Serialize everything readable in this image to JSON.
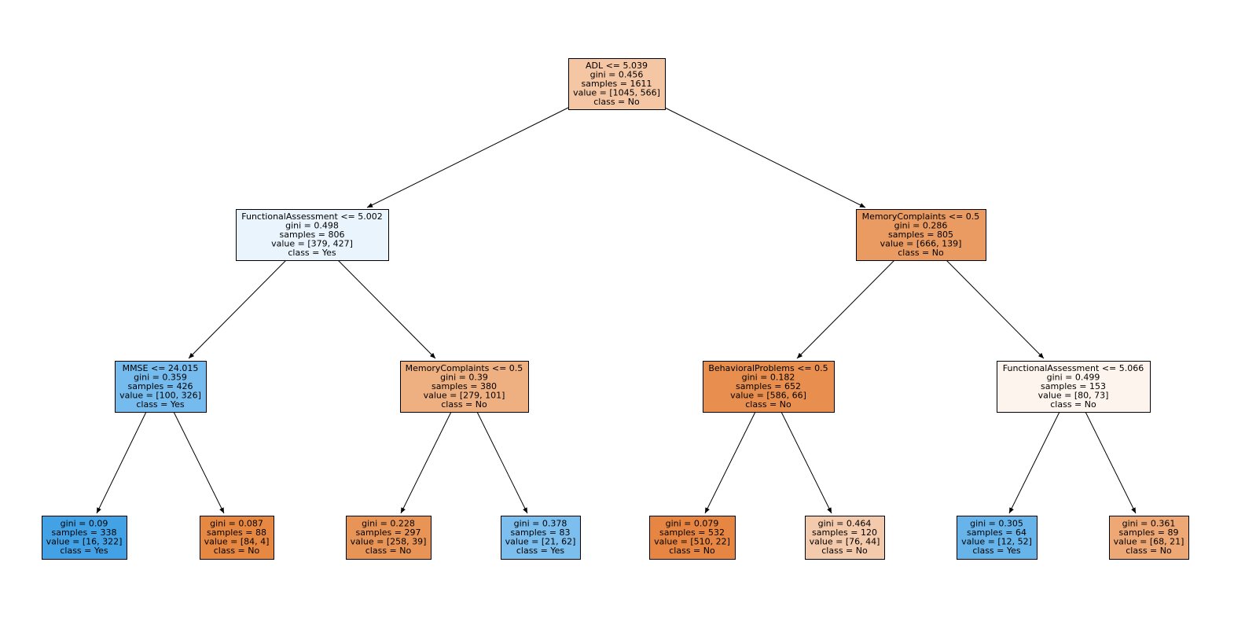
{
  "tree": {
    "nodes": [
      {
        "id": "n0",
        "lines": [
          "ADL <= 5.039",
          "gini = 0.456",
          "samples = 1611",
          "value = [1045, 566]",
          "class = No"
        ],
        "fill": "#f4c6a4"
      },
      {
        "id": "n1",
        "lines": [
          "FunctionalAssessment <= 5.002",
          "gini = 0.498",
          "samples = 806",
          "value = [379, 427]",
          "class = Yes"
        ],
        "fill": "#eaf4fc"
      },
      {
        "id": "n2",
        "lines": [
          "MMSE <= 24.015",
          "gini = 0.359",
          "samples = 426",
          "value = [100, 326]",
          "class = Yes"
        ],
        "fill": "#76bbed"
      },
      {
        "id": "n3",
        "lines": [
          "gini = 0.09",
          "samples = 338",
          "value = [16, 322]",
          "class = Yes"
        ],
        "fill": "#43a2e6"
      },
      {
        "id": "n4",
        "lines": [
          "gini = 0.087",
          "samples = 88",
          "value = [84, 4]",
          "class = No"
        ],
        "fill": "#e68742"
      },
      {
        "id": "n5",
        "lines": [
          "MemoryComplaints <= 0.5",
          "gini = 0.39",
          "samples = 380",
          "value = [279, 101]",
          "class = No"
        ],
        "fill": "#eeaf81"
      },
      {
        "id": "n6",
        "lines": [
          "gini = 0.228",
          "samples = 297",
          "value = [258, 39]",
          "class = No"
        ],
        "fill": "#e99457"
      },
      {
        "id": "n7",
        "lines": [
          "gini = 0.378",
          "samples = 83",
          "value = [21, 62]",
          "class = Yes"
        ],
        "fill": "#7cbeee"
      },
      {
        "id": "n8",
        "lines": [
          "MemoryComplaints <= 0.5",
          "gini = 0.286",
          "samples = 805",
          "value = [666, 139]",
          "class = No"
        ],
        "fill": "#ea9b62"
      },
      {
        "id": "n9",
        "lines": [
          "BehavioralProblems <= 0.5",
          "gini = 0.182",
          "samples = 652",
          "value = [586, 66]",
          "class = No"
        ],
        "fill": "#e88f4f"
      },
      {
        "id": "n10",
        "lines": [
          "gini = 0.079",
          "samples = 532",
          "value = [510, 22]",
          "class = No"
        ],
        "fill": "#e68642"
      },
      {
        "id": "n11",
        "lines": [
          "gini = 0.464",
          "samples = 120",
          "value = [76, 44]",
          "class = No"
        ],
        "fill": "#f4caac"
      },
      {
        "id": "n12",
        "lines": [
          "FunctionalAssessment <= 5.066",
          "gini = 0.499",
          "samples = 153",
          "value = [80, 73]",
          "class = No"
        ],
        "fill": "#fdf4ee"
      },
      {
        "id": "n13",
        "lines": [
          "gini = 0.305",
          "samples = 64",
          "value = [12, 52]",
          "class = Yes"
        ],
        "fill": "#67b4eb"
      },
      {
        "id": "n14",
        "lines": [
          "gini = 0.361",
          "samples = 89",
          "value = [68, 21]",
          "class = No"
        ],
        "fill": "#eda876"
      }
    ],
    "edges": [
      [
        "n0",
        "n1"
      ],
      [
        "n0",
        "n8"
      ],
      [
        "n1",
        "n2"
      ],
      [
        "n1",
        "n5"
      ],
      [
        "n2",
        "n3"
      ],
      [
        "n2",
        "n4"
      ],
      [
        "n5",
        "n6"
      ],
      [
        "n5",
        "n7"
      ],
      [
        "n8",
        "n9"
      ],
      [
        "n8",
        "n12"
      ],
      [
        "n9",
        "n10"
      ],
      [
        "n9",
        "n11"
      ],
      [
        "n12",
        "n13"
      ],
      [
        "n12",
        "n14"
      ]
    ]
  }
}
